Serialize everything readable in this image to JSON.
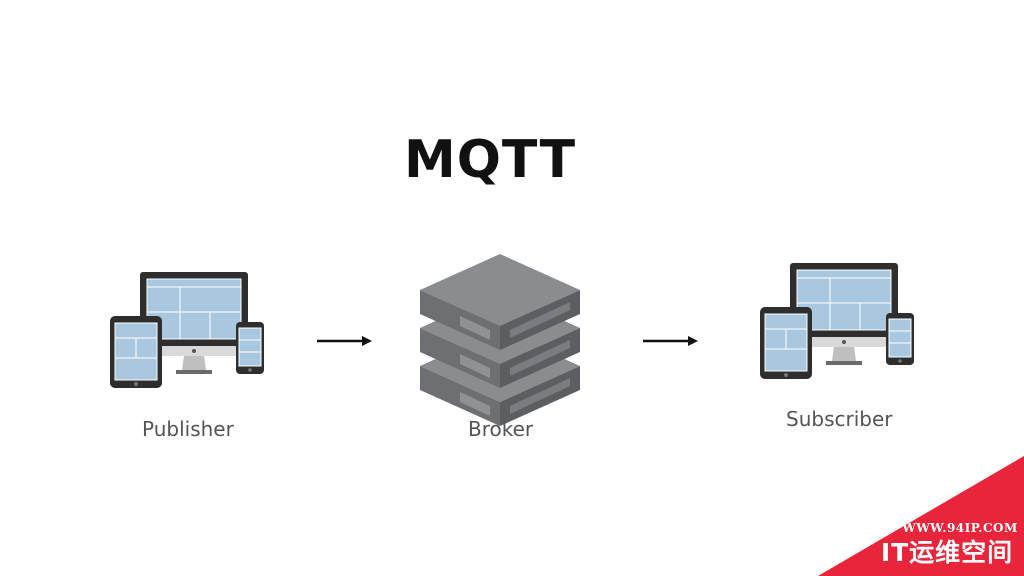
{
  "title": "MQTT",
  "nodes": {
    "publisher": {
      "label": "Publisher"
    },
    "broker": {
      "label": "Broker"
    },
    "subscriber": {
      "label": "Subscriber"
    }
  },
  "watermark": {
    "url": "WWW.94IP.COM",
    "brand": "IT运维空间"
  },
  "colors": {
    "title": "#111111",
    "label": "#555555",
    "device_frame": "#2e2e2e",
    "screen": "#a9c7de",
    "server": "#7c7e82",
    "corner_banner": "#e8253a",
    "watermark_text": "#ffffff"
  },
  "icons": {
    "publisher": "devices-icon",
    "broker": "server-stack-icon",
    "subscriber": "devices-icon",
    "flow": "arrow-right-icon"
  }
}
